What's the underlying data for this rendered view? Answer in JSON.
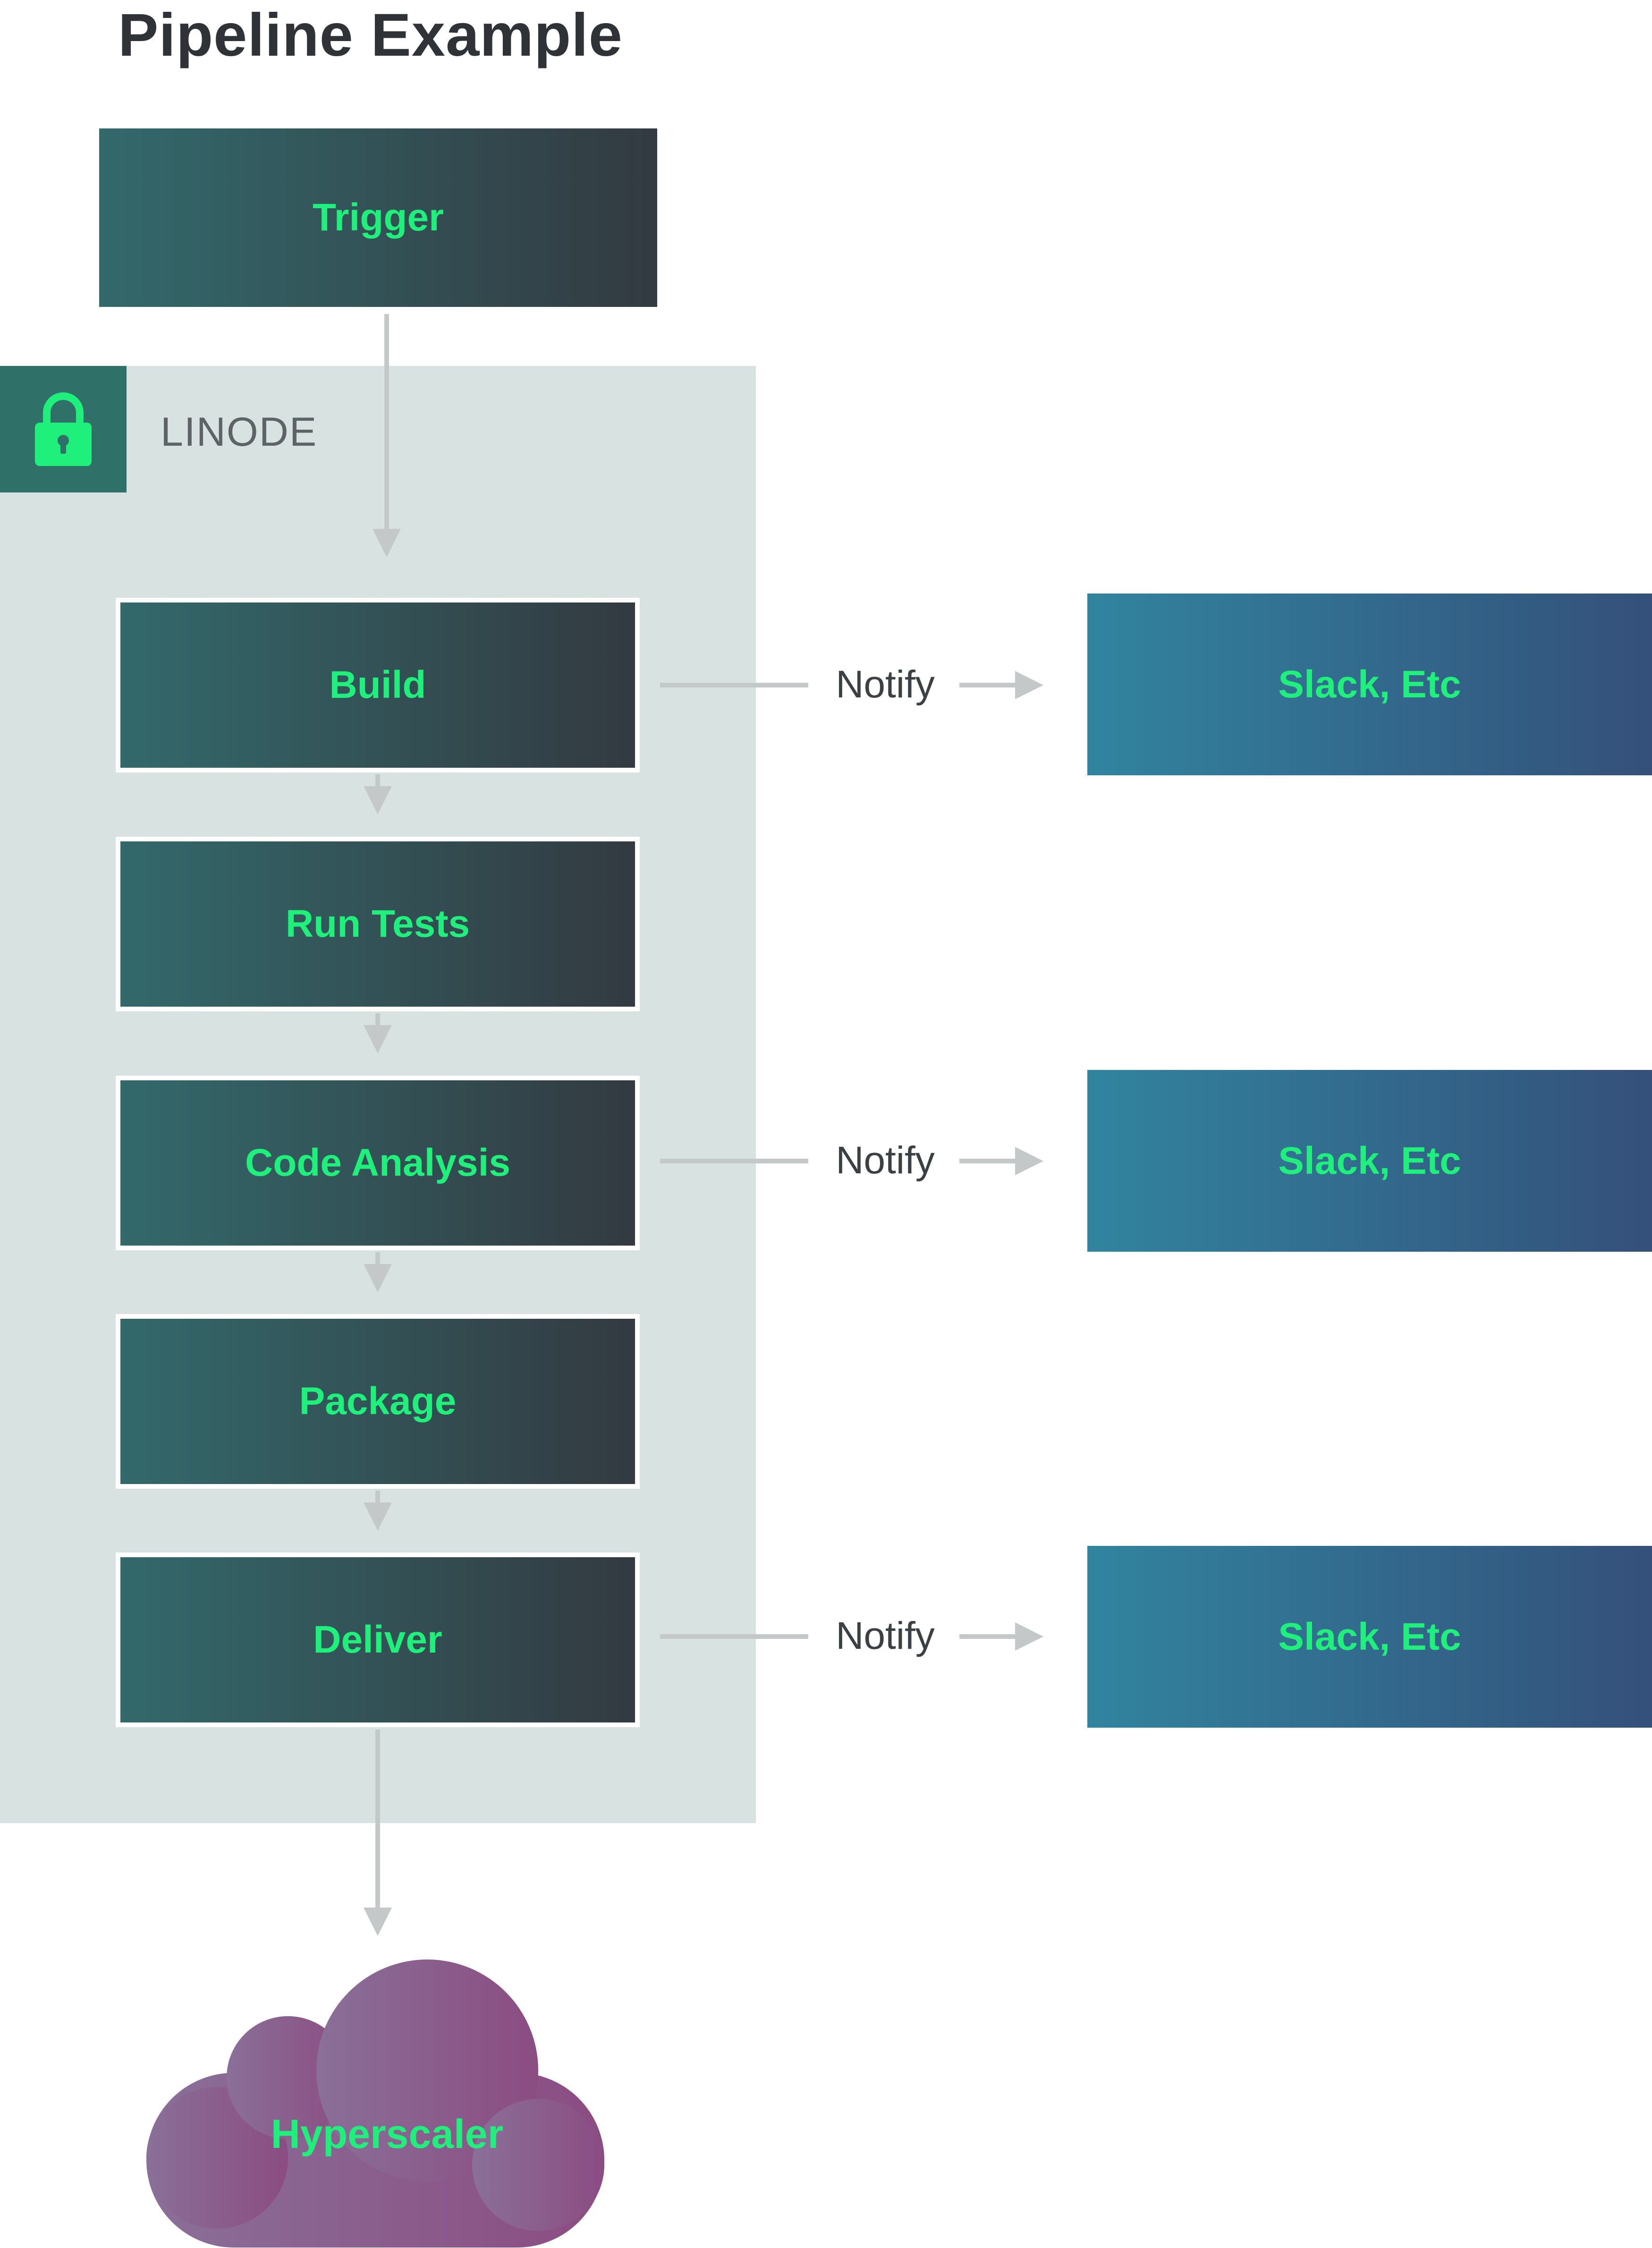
{
  "title": "Pipeline Example",
  "trigger": {
    "label": "Trigger"
  },
  "linode": {
    "label": "LINODE",
    "icon": "lock-icon"
  },
  "steps": [
    {
      "label": "Build"
    },
    {
      "label": "Run Tests"
    },
    {
      "label": "Code Analysis"
    },
    {
      "label": "Package"
    },
    {
      "label": "Deliver"
    }
  ],
  "notifications": [
    {
      "label": "Notify",
      "target": "Slack, Etc"
    },
    {
      "label": "Notify",
      "target": "Slack, Etc"
    },
    {
      "label": "Notify",
      "target": "Slack, Etc"
    }
  ],
  "destination": {
    "label": "Hyperscaler",
    "icon": "cloud-icon"
  },
  "colors": {
    "accent_text": "#1ff07b",
    "step_gradient": [
      "#33696b",
      "#333a41"
    ],
    "notify_gradient": [
      "#31849f",
      "#34507b"
    ],
    "cloud_gradient": [
      "#8a7098",
      "#8b4c82"
    ],
    "panel": "#d8e2e1",
    "arrow": "#c4c8c9"
  }
}
